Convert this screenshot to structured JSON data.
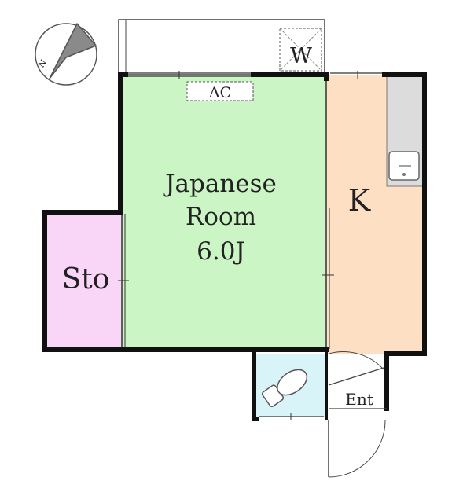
{
  "rooms": {
    "japanese": {
      "line1": "Japanese",
      "line2": "Room",
      "line3": "6.0J"
    },
    "kitchen": {
      "label": "K"
    },
    "storage": {
      "label": "Sto"
    },
    "entrance": {
      "label": "Ent"
    },
    "aircon": {
      "label": "AC"
    },
    "washer": {
      "label": "W"
    }
  },
  "compass": {
    "label": "N"
  },
  "colors": {
    "japanese_room": "#ccf5c6",
    "kitchen": "#fde0c4",
    "storage": "#f9d6f7",
    "toilet": "#d9f4f8",
    "counter": "#dcdcdc",
    "wall": "#111111"
  }
}
